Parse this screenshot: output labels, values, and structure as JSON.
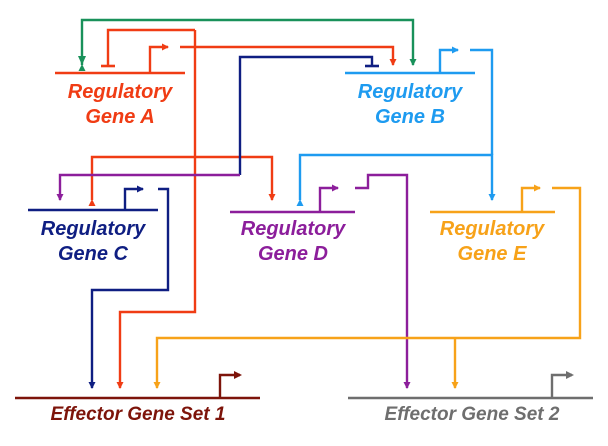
{
  "colors": {
    "gene_a": "#f03c14",
    "gene_b": "#1e9bf0",
    "gene_c": "#0f1e82",
    "gene_d": "#8c1e9b",
    "gene_e": "#f7a219",
    "effector_1": "#7d140a",
    "effector_2": "#6e6e6e",
    "green": "#19915a"
  },
  "genes": {
    "a": {
      "line1": "Regulatory",
      "line2": "Gene A"
    },
    "b": {
      "line1": "Regulatory",
      "line2": "Gene B"
    },
    "c": {
      "line1": "Regulatory",
      "line2": "Gene C"
    },
    "d": {
      "line1": "Regulatory",
      "line2": "Gene D"
    },
    "e": {
      "line1": "Regulatory",
      "line2": "Gene E"
    },
    "effector_1": {
      "label": "Effector Gene Set 1"
    },
    "effector_2": {
      "label": "Effector Gene Set 2"
    }
  }
}
